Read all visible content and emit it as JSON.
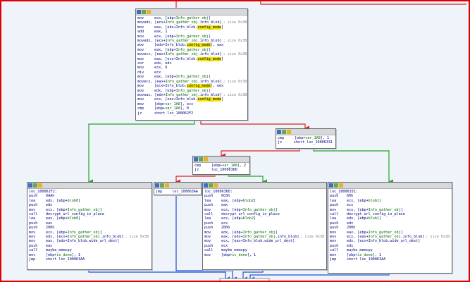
{
  "colors": {
    "true_edge": "#2aa02a",
    "false_edge": "#e02020",
    "uncond_edge": "#2050d0",
    "highlight": "#f2e500"
  },
  "nodes": {
    "top": {
      "lines": [
        {
          "m": "mov",
          "o": "ecx, [ebp+Info_gather_obj]",
          "c": ""
        },
        {
          "m": "mov",
          "o": "edx, [ecx+Info_gather_obj.info_blob]",
          "c": "; size 0x38"
        },
        {
          "m": "mov",
          "o": "eax, [edx+Info_blob.config_mode]",
          "c": ""
        },
        {
          "m": "add",
          "o": "eax, 1",
          "c": ""
        },
        {
          "m": "mov",
          "o": "ecx, [ebp+Info_gather_obj]",
          "c": ""
        },
        {
          "m": "mov",
          "o": "edx, [ecx+Info_gather_obj.info_blob]",
          "c": "; size 0x38"
        },
        {
          "m": "mov",
          "o": "[edx+Info_blob.config_mode], eax",
          "c": ""
        },
        {
          "m": "mov",
          "o": "eax, [ebp+Info_gather_obj]",
          "c": ""
        },
        {
          "m": "mov",
          "o": "ecx, [eax+Info_gather_obj.info_blob]",
          "c": "; size 0x38"
        },
        {
          "m": "mov",
          "o": "eax, [ecx+Info_blob.config_mode]",
          "c": ""
        },
        {
          "m": "xor",
          "o": "edx, edx",
          "c": ""
        },
        {
          "m": "mov",
          "o": "ecx, 6",
          "c": ""
        },
        {
          "m": "div",
          "o": "ecx",
          "c": ""
        },
        {
          "m": "mov",
          "o": "eax, [ebp+Info_gather_obj]",
          "c": ""
        },
        {
          "m": "mov",
          "o": "ecx, [eax+Info_gather_obj.info_blob]",
          "c": "; size 0x38"
        },
        {
          "m": "mov",
          "o": "[ecx+Info_blob.config_mode], edx",
          "c": ""
        },
        {
          "m": "mov",
          "o": "edx, [ebp+Info_gather_obj]",
          "c": ""
        },
        {
          "m": "mov",
          "o": "eax, [edx+Info_gather_obj.info_blob]",
          "c": "; size 0x38"
        },
        {
          "m": "mov",
          "o": "ecx, [eax+Info_blob.config_mode]",
          "c": ""
        },
        {
          "m": "mov",
          "o": "[ebp+var_1A8], ecx",
          "c": ""
        },
        {
          "m": "cmp",
          "o": "[ebp+var_1A8], 0",
          "c": ""
        },
        {
          "m": "jz",
          "o": "short loc_100062F2",
          "c": ""
        }
      ]
    },
    "cmp1": {
      "lines": [
        {
          "m": "cmp",
          "o": "[ebp+var_1A8], 1",
          "c": ""
        },
        {
          "m": "jz",
          "o": "short loc_10006331",
          "c": ""
        }
      ]
    },
    "cmp2": {
      "lines": [
        {
          "m": "cmp",
          "o": "[ebp+var_1A8], 2",
          "c": ""
        },
        {
          "m": "jz",
          "o": "loc_1000636D",
          "c": ""
        }
      ]
    },
    "jmp": {
      "lines": [
        {
          "m": "jmp",
          "o": "loc_100063AA",
          "c": ""
        }
      ]
    },
    "b1": {
      "label": "loc_100062F2:",
      "lines": [
        {
          "m": "push",
          "o": "0AAh",
          "c": ""
        },
        {
          "m": "lea",
          "o": "edx, [ebp+blob0]",
          "c": ""
        },
        {
          "m": "push",
          "o": "edx",
          "c": ""
        },
        {
          "m": "mov",
          "o": "ecx, [ebp+Info_gather_obj]",
          "c": ""
        },
        {
          "m": "call",
          "o": "decrypt_url_config_in_place",
          "c": ""
        },
        {
          "m": "lea",
          "o": "eax, [ebp+blob0]",
          "c": ""
        },
        {
          "m": "push",
          "o": "eax",
          "c": ""
        },
        {
          "m": "push",
          "o": "200h",
          "c": ""
        },
        {
          "m": "mov",
          "o": "ecx, [ebp+Info_gather_obj]",
          "c": ""
        },
        {
          "m": "mov",
          "o": "edx, [ecx+Info_gather_obj.info_blob]",
          "c": "; size 0x38"
        },
        {
          "m": "mov",
          "o": "eax, [edx+Info_blob.wide_url_dest]",
          "c": ""
        },
        {
          "m": "push",
          "o": "eax",
          "c": ""
        },
        {
          "m": "call",
          "o": "maybe_memcpy",
          "c": ""
        },
        {
          "m": "mov",
          "o": "[ebp+is_done], 1",
          "c": ""
        },
        {
          "m": "jmp",
          "o": "short loc_100063AA",
          "c": ""
        }
      ]
    },
    "b2": {
      "label": "loc_1000636D:",
      "lines": [
        {
          "m": "push",
          "o": "0C0h",
          "c": ""
        },
        {
          "m": "lea",
          "o": "eax, [ebp+blob2]",
          "c": ""
        },
        {
          "m": "push",
          "o": "eax",
          "c": ""
        },
        {
          "m": "mov",
          "o": "ecx, [ebp+Info_gather_obj]",
          "c": ""
        },
        {
          "m": "call",
          "o": "decrypt_url_config_in_place",
          "c": ""
        },
        {
          "m": "lea",
          "o": "ecx, [ebp+blob2]",
          "c": ""
        },
        {
          "m": "push",
          "o": "ecx",
          "c": ""
        },
        {
          "m": "push",
          "o": "200h",
          "c": ""
        },
        {
          "m": "mov",
          "o": "edx, [ebp+Info_gather_obj]",
          "c": ""
        },
        {
          "m": "mov",
          "o": "eax, [edx+Info_gather_obj.info_blob]",
          "c": "; size 0x38"
        },
        {
          "m": "mov",
          "o": "ecx, [eax+Info_blob.wide_url_dest]",
          "c": ""
        },
        {
          "m": "push",
          "o": "ecx",
          "c": ""
        },
        {
          "m": "call",
          "o": "maybe_memcpy",
          "c": ""
        },
        {
          "m": "mov",
          "o": "[ebp+is_done], 1",
          "c": ""
        }
      ]
    },
    "b3": {
      "label": "loc_10006331:",
      "lines": [
        {
          "m": "push",
          "o": "60h",
          "c": ""
        },
        {
          "m": "lea",
          "o": "ecx, [ebp+blob1]",
          "c": ""
        },
        {
          "m": "push",
          "o": "ecx",
          "c": ""
        },
        {
          "m": "mov",
          "o": "ecx, [ebp+Info_gather_obj]",
          "c": ""
        },
        {
          "m": "call",
          "o": "decrypt_url_config_in_place",
          "c": ""
        },
        {
          "m": "lea",
          "o": "edx, [ebp+blob1]",
          "c": ""
        },
        {
          "m": "push",
          "o": "edx",
          "c": ""
        },
        {
          "m": "push",
          "o": "200h",
          "c": ""
        },
        {
          "m": "mov",
          "o": "eax, [ebp+Info_gather_obj]",
          "c": ""
        },
        {
          "m": "mov",
          "o": "ecx, [eax+Info_gather_obj.info_blob]",
          "c": "; size 0x38"
        },
        {
          "m": "mov",
          "o": "edx, [ecx+Info_blob.wide_url_dest]",
          "c": ""
        },
        {
          "m": "push",
          "o": "edx",
          "c": ""
        },
        {
          "m": "call",
          "o": "maybe_memcpy",
          "c": ""
        },
        {
          "m": "mov",
          "o": "[ebp+is_done], 1",
          "c": ""
        },
        {
          "m": "jmp",
          "o": "short loc_100063AA",
          "c": ""
        }
      ]
    }
  }
}
